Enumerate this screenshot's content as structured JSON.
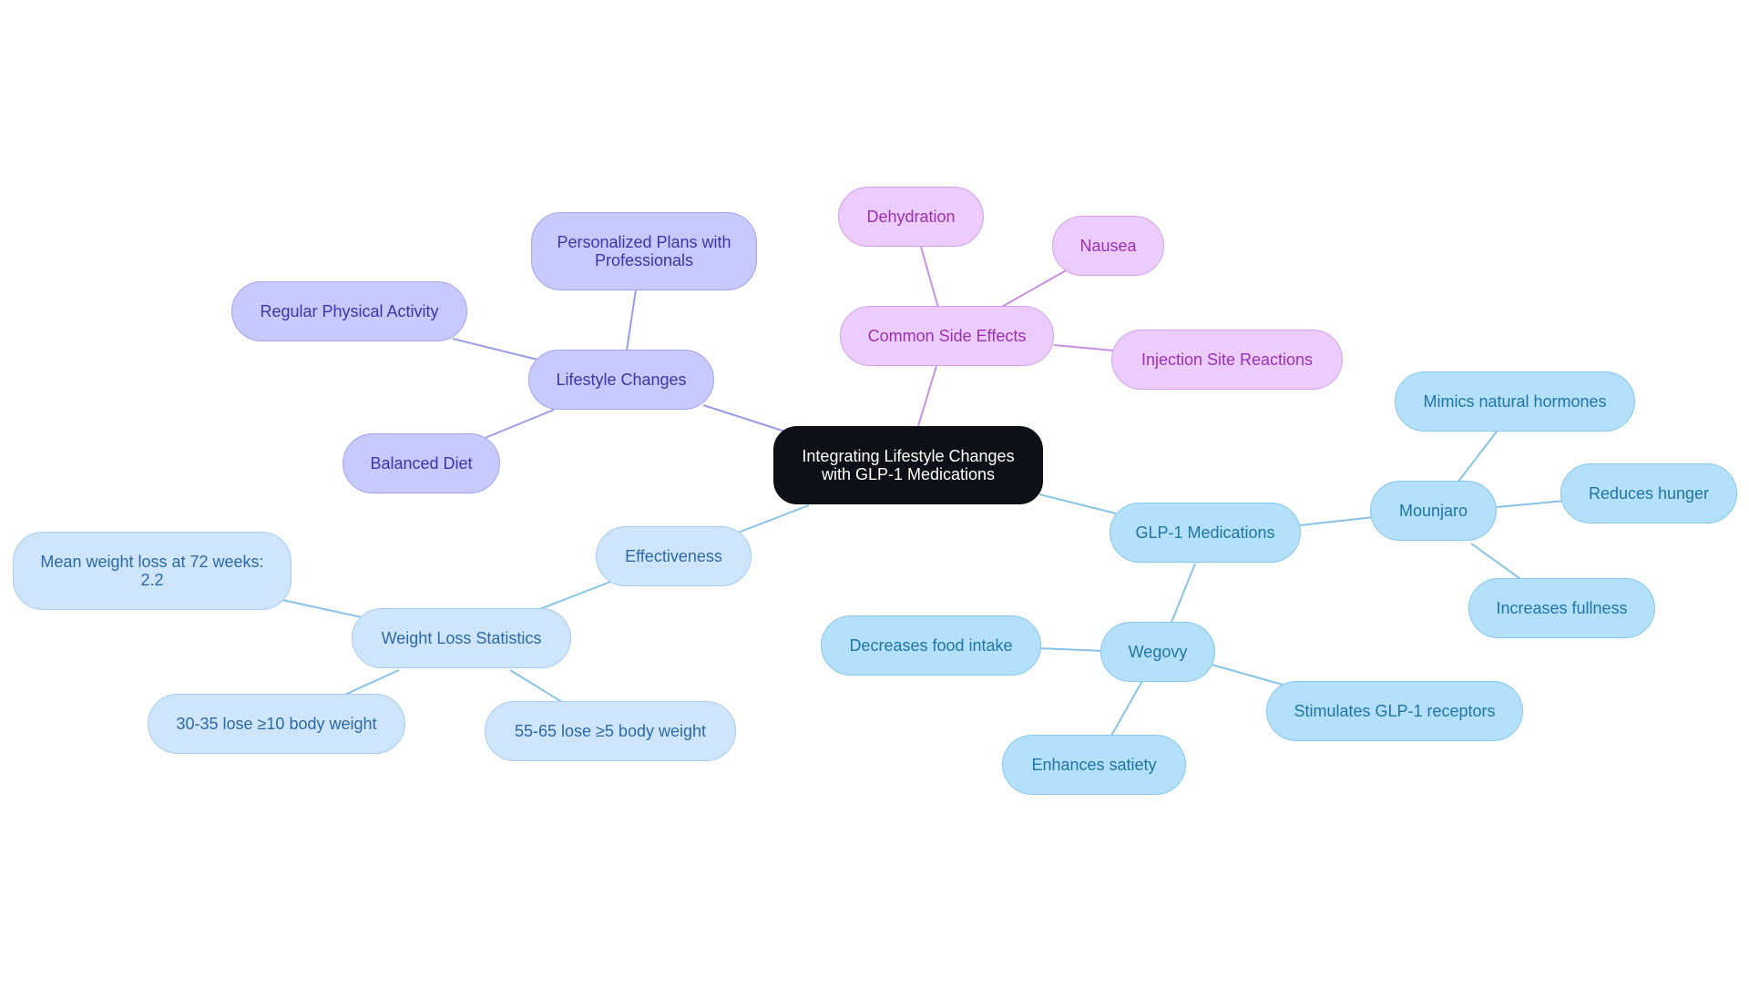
{
  "diagram": {
    "type": "mindmap",
    "root": {
      "label": "Integrating Lifestyle Changes with GLP-1 Medications"
    },
    "lifestyle": {
      "label": "Lifestyle Changes",
      "children": [
        "Personalized Plans with Professionals",
        "Regular Physical Activity",
        "Balanced Diet"
      ]
    },
    "side_effects": {
      "label": "Common Side Effects",
      "children": [
        "Dehydration",
        "Nausea",
        "Injection Site Reactions"
      ]
    },
    "effectiveness": {
      "label": "Effectiveness",
      "weight_loss": {
        "label": "Weight Loss Statistics",
        "children": [
          "Mean weight loss at 72 weeks: 2.2",
          "30-35 lose ≥10 body weight",
          "55-65 lose ≥5 body weight"
        ]
      }
    },
    "glp1": {
      "label": "GLP-1 Medications",
      "mounjaro": {
        "label": "Mounjaro",
        "children": [
          "Mimics natural hormones",
          "Reduces hunger",
          "Increases fullness"
        ]
      },
      "wegovy": {
        "label": "Wegovy",
        "children": [
          "Decreases food intake",
          "Stimulates GLP-1 receptors",
          "Enhances satiety"
        ]
      }
    }
  },
  "colors": {
    "root": "#0d1117",
    "lifestyle_branch": "#c8c9ff",
    "side_effects_branch": "#ecccfc",
    "medications_branch": "#b4e0fb",
    "effectiveness_branch": "#cfe5fb",
    "edge_purple": "#9a9be6",
    "edge_pink": "#c98ee6",
    "edge_blue": "#86c3e6"
  }
}
